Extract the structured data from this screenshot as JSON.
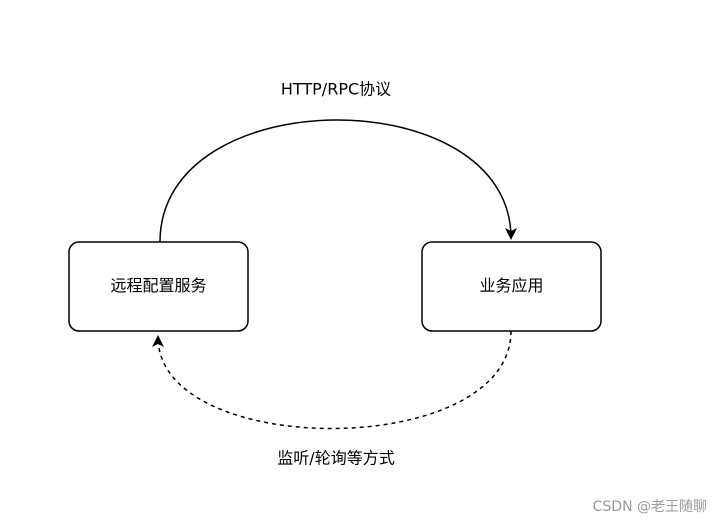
{
  "diagram": {
    "nodes": {
      "config_service": {
        "label": "远程配置服务"
      },
      "business_app": {
        "label": "业务应用"
      }
    },
    "edges": {
      "push": {
        "label": "HTTP/RPC协议",
        "style": "solid"
      },
      "pull": {
        "label": "监听/轮询等方式",
        "style": "dashed"
      }
    },
    "colors": {
      "stroke": "#000000",
      "fill": "#ffffff",
      "watermark": "#9a9a9a"
    }
  },
  "watermark": {
    "text": "CSDN @老王随聊"
  }
}
